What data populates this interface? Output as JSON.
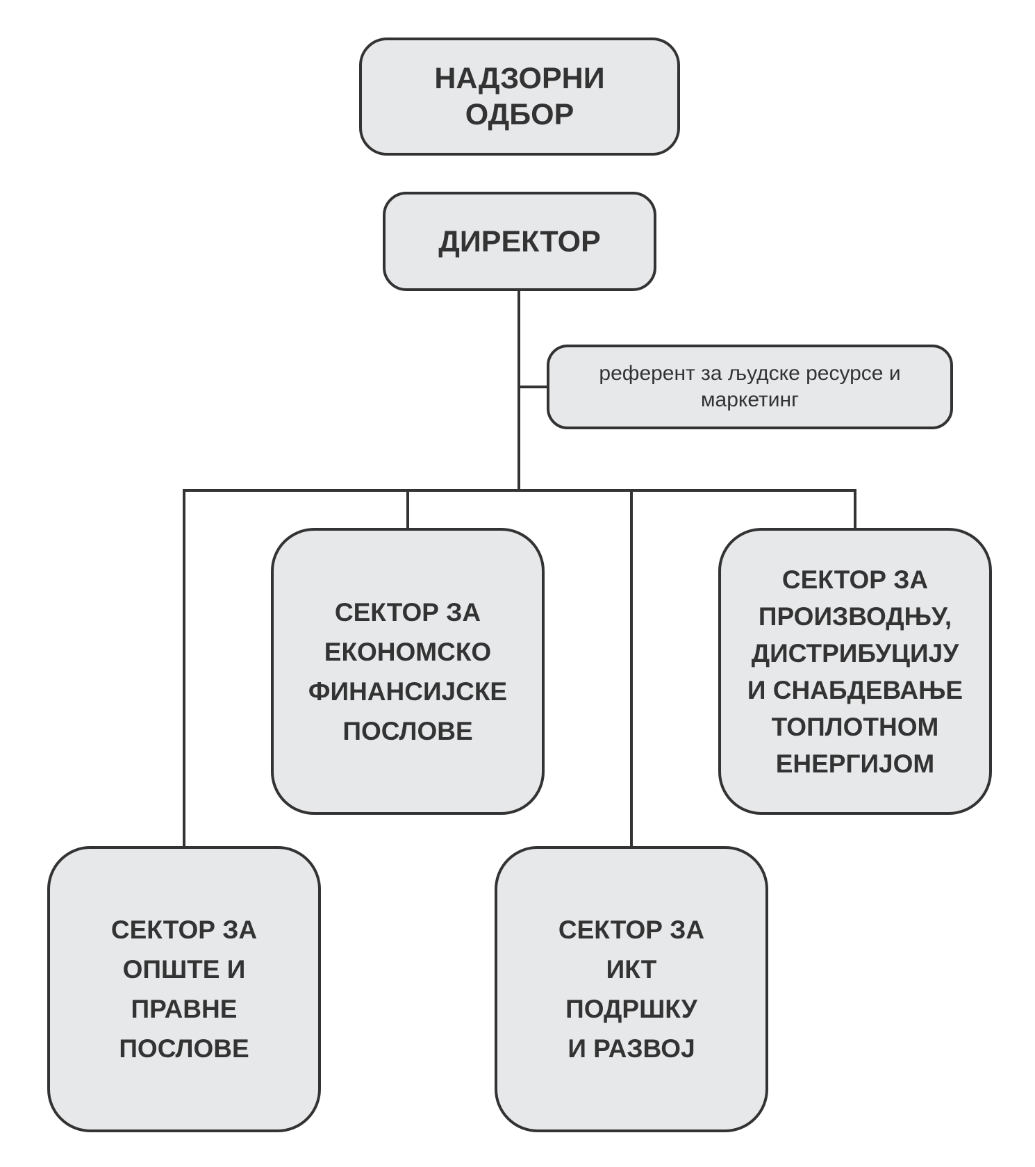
{
  "diagram": {
    "colors": {
      "box_fill": "#e7e8ea",
      "box_border": "#333333",
      "line": "#333333",
      "text": "#333333"
    },
    "nodes": {
      "board": {
        "label": "НАДЗОРНИ\nОДБОР"
      },
      "director": {
        "label": "ДИРЕКТОР"
      },
      "hr": {
        "label": "референт за људске ресурсе и\nмаркетинг"
      },
      "economic": {
        "label": "СЕКТОР ЗА\nЕКОНОМСКО\nФИНАНСИЈСКЕ\nПОСЛОВЕ"
      },
      "production": {
        "label": "СЕКТОР ЗА\nПРОИЗВОДЊУ,\nДИСТРИБУЦИЈУ\nИ СНАБДЕВАЊЕ\nТОПЛОТНОМ\nЕНЕРГИЈОМ"
      },
      "general": {
        "label": "СЕКТОР ЗА\nОПШТЕ И\nПРАВНЕ\nПОСЛОВЕ"
      },
      "ict": {
        "label": "СЕКТОР ЗА\nИКТ\nПОДРШКУ\nИ РАЗВОЈ"
      }
    },
    "edges": [
      {
        "from": "director",
        "to": "hr"
      },
      {
        "from": "director",
        "to": "general"
      },
      {
        "from": "director",
        "to": "economic"
      },
      {
        "from": "director",
        "to": "ict"
      },
      {
        "from": "director",
        "to": "production"
      }
    ]
  }
}
